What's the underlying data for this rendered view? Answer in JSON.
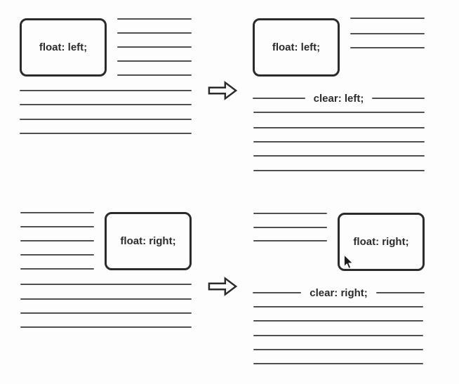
{
  "colors": {
    "background": "#fdfdfd",
    "box_border": "#2b2b2b",
    "line": "#4f4f4f",
    "text": "#2b2b2b"
  },
  "panels": {
    "top_left": {
      "box_label": "float: left;"
    },
    "top_right": {
      "box_label": "float: left;",
      "clear_label": "clear: left;"
    },
    "bottom_left": {
      "box_label": "float: right;"
    },
    "bottom_right": {
      "box_label": "float: right;",
      "clear_label": "clear: right;"
    }
  },
  "icons": {
    "transform_arrow": "right-arrow-icon",
    "pointer": "mouse-pointer-icon"
  }
}
